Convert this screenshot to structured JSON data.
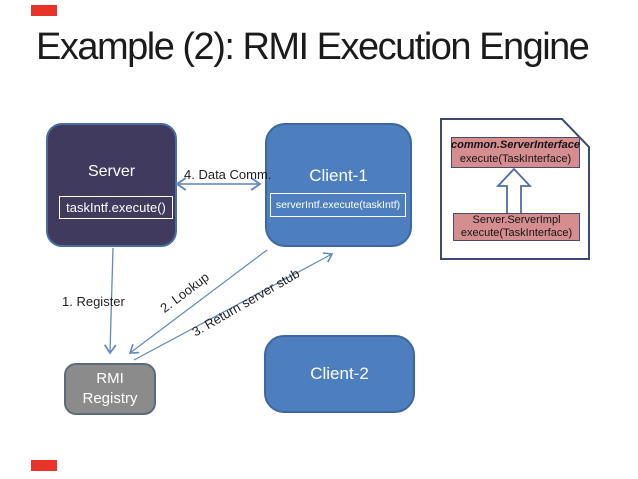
{
  "slide": {
    "title": "Example (2): RMI Execution Engine"
  },
  "diagram": {
    "server": {
      "label": "Server",
      "method": "taskIntf.execute()"
    },
    "client1": {
      "label": "Client-1",
      "method": "serverIntf.execute(taskIntf)"
    },
    "client2": {
      "label": "Client-2"
    },
    "registry": {
      "label_line1": "RMI",
      "label_line2": "Registry"
    },
    "note": {
      "interface_name": "common.ServerInterface",
      "interface_method": "execute(TaskInterface)",
      "impl_name": "Server.ServerImpl",
      "impl_method": "execute(TaskInterface)"
    },
    "labels": {
      "register": "1. Register",
      "lookup": "2. Lookup",
      "return_stub": "3. Return server stub",
      "data_comm": "4. Data Comm."
    }
  },
  "colors": {
    "server_fill": "#3f3a5e",
    "client_fill": "#4d7fbe",
    "registry_fill": "#8b8b8b",
    "note_box_fill": "#d68d90",
    "arrow_blue": "#6089bd",
    "marker_red": "#e8332a",
    "title_text": "#1b1b1b"
  }
}
